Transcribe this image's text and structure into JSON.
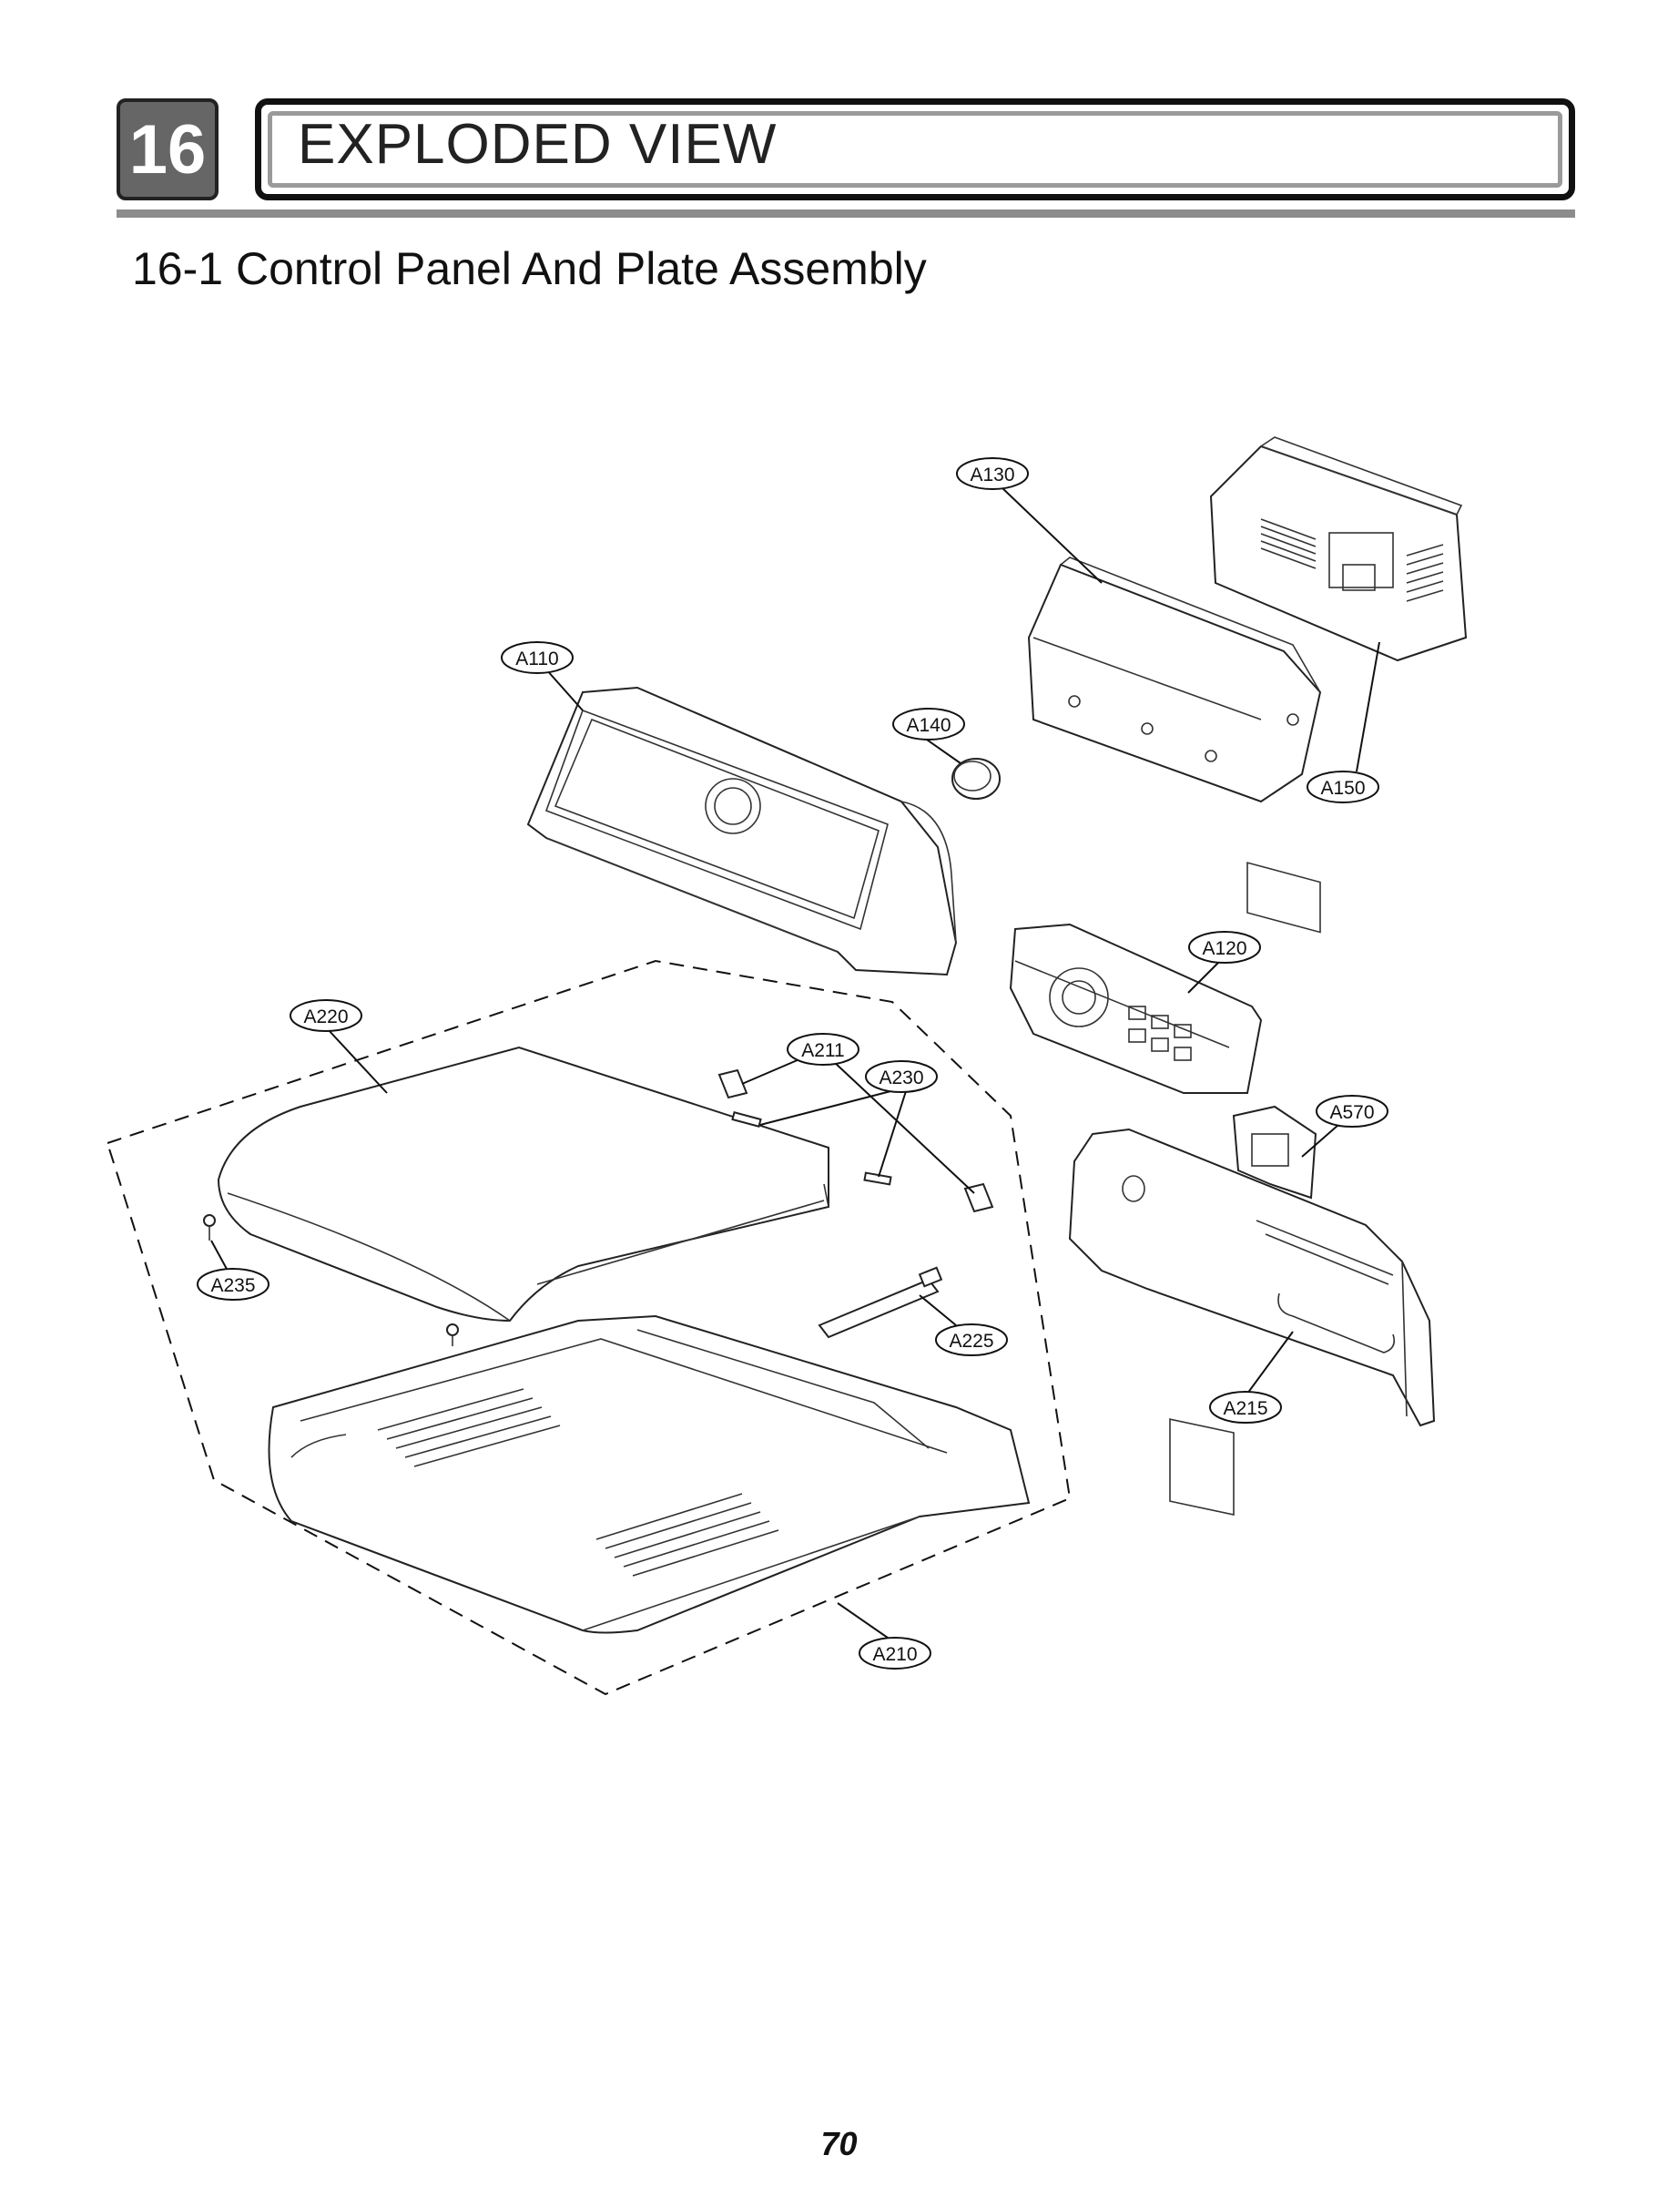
{
  "header": {
    "section_number": "16",
    "title": "EXPLODED VIEW"
  },
  "subtitle": "16-1 Control Panel And Plate Assembly",
  "page_number": "70",
  "callouts": {
    "A130": "A130",
    "A110": "A110",
    "A140": "A140",
    "A150": "A150",
    "A120": "A120",
    "A220": "A220",
    "A211": "A211",
    "A230": "A230",
    "A570": "A570",
    "A235": "A235",
    "A225": "A225",
    "A215": "A215",
    "A210": "A210"
  }
}
